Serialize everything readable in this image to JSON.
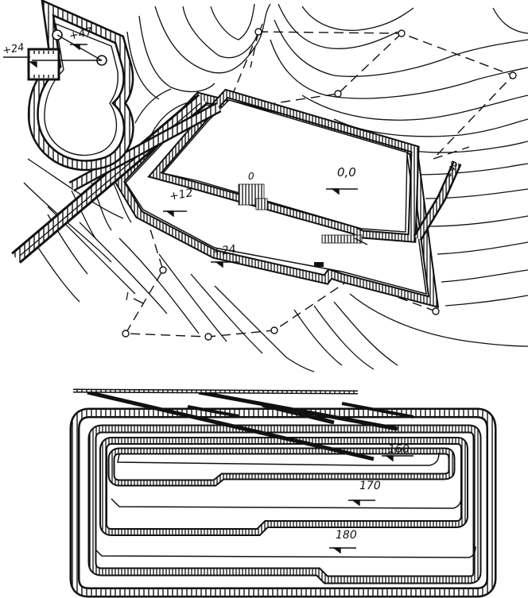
{
  "upper_plan": {
    "elevation_labels": {
      "e47": "+47",
      "e24_left": "+24",
      "e12": "+12",
      "e0_0": "0,0",
      "e24_right": "+24"
    },
    "small_labels": {
      "zero_mark": "0",
      "edge_label": "I"
    },
    "rotated_label": "+40"
  },
  "lower_plan": {
    "elevation_labels": {
      "e160": "160",
      "e170": "170",
      "e180": "180"
    }
  }
}
